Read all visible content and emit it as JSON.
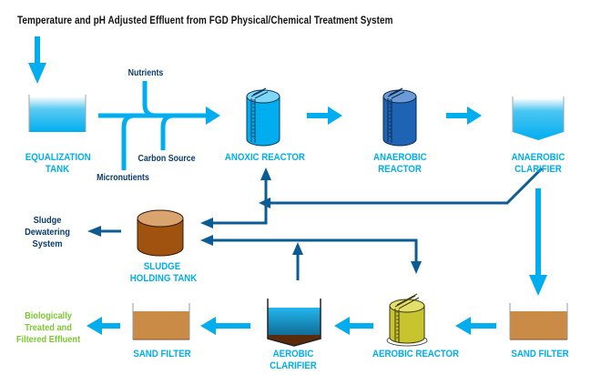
{
  "title": "Temperature and pH Adjusted Effluent from FGD Physical/Chemical Treatment System",
  "colors": {
    "process_flow": "#00AEEF",
    "recycle_flow": "#0B5C94",
    "label_dark": "#0B3B6F",
    "final_effluent": "#7DC832",
    "sludge": "#A0520F",
    "sand": "#C98B45"
  },
  "additives": {
    "nutrients": "Nutrients",
    "carbon_source": "Carbon Source",
    "micronutients": "Micronutients"
  },
  "units": {
    "equalization_tank": [
      "EQUALIZATION",
      "TANK"
    ],
    "anoxic_reactor": "ANOXIC REACTOR",
    "anaerobic_reactor": [
      "ANAEROBIC",
      "REACTOR"
    ],
    "anaerobic_clarifier": [
      "ANAEROBIC",
      "CLARIFIER"
    ],
    "sludge_holding_tank": [
      "SLUDGE",
      "HOLDING TANK"
    ],
    "sand_filter_right": "SAND FILTER",
    "aerobic_reactor": "AEROBIC REACTOR",
    "aerobic_clarifier": [
      "AEROBIC",
      "CLARIFIER"
    ],
    "sand_filter_left": "SAND FILTER"
  },
  "outputs": {
    "sludge_dewatering": [
      "Sludge",
      "Dewatering",
      "System"
    ],
    "final_effluent": [
      "Biologically",
      "Treated and",
      "Filtered Effluent"
    ]
  }
}
